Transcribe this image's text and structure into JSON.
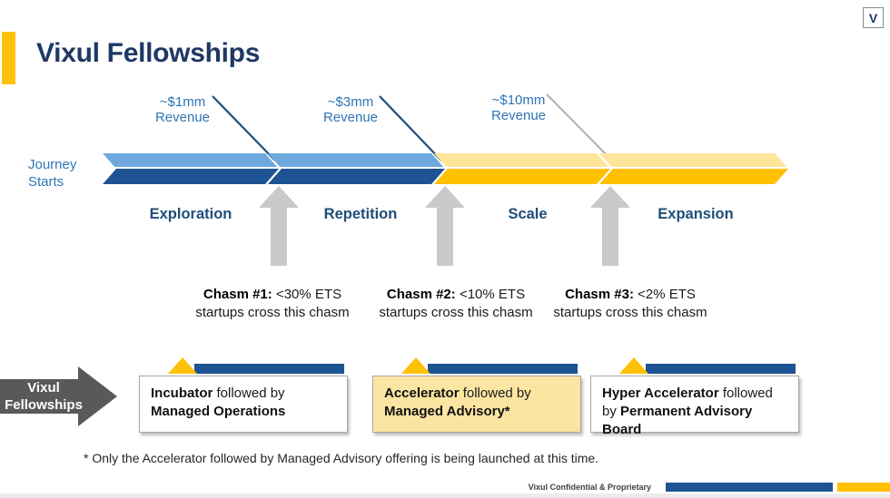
{
  "logo_letter": "V",
  "title": "Vixul Fellowships",
  "timeline": {
    "journey": {
      "line1": "Journey",
      "line2": "Starts"
    },
    "milestones": [
      {
        "amount": "~$1mm",
        "caption": "Revenue"
      },
      {
        "amount": "~$3mm",
        "caption": "Revenue"
      },
      {
        "amount": "~$10mm",
        "caption": "Revenue"
      }
    ],
    "stages": [
      "Exploration",
      "Repetition",
      "Scale",
      "Expansion"
    ],
    "chasms": [
      {
        "label": "Chasm #1:",
        "stat": "<30% ETS",
        "line2": "startups cross this chasm"
      },
      {
        "label": "Chasm #2:",
        "stat": "<10% ETS",
        "line2": "startups cross this chasm"
      },
      {
        "label": "Chasm #3:",
        "stat": "<2% ETS",
        "line2": "startups cross this chasm"
      }
    ]
  },
  "fellowships": {
    "arrow": {
      "line1": "Vixul",
      "line2": "Fellowships"
    },
    "cards": [
      {
        "lead": "Incubator",
        "middle": " followed by ",
        "tail": "Managed Operations",
        "highlighted": false
      },
      {
        "lead": "Accelerator",
        "middle": " followed by ",
        "tail": "Managed Advisory*",
        "highlighted": true
      },
      {
        "lead": "Hyper Accelerator",
        "middle": " followed by ",
        "tail": "Permanent Advisory Board",
        "highlighted": false
      }
    ]
  },
  "footnote": "* Only the Accelerator followed by Managed Advisory offering is being launched at this time.",
  "footer": {
    "confidential": "Vixul Confidential & Proprietary"
  },
  "colors": {
    "navy_title": "#1F3864",
    "stage_navy": "#1F4E79",
    "label_blue": "#2E74B5",
    "band_light_blue": "#6FA8DC",
    "band_dark_blue": "#1E5394",
    "band_light_gold": "#FFE59B",
    "band_gold": "#FFC000",
    "chasm_arrow_gray": "#C9C9C9",
    "fellowship_arrow_gray": "#595959",
    "card_highlight": "#FBE5A2",
    "accent_gold": "#FFC107"
  }
}
